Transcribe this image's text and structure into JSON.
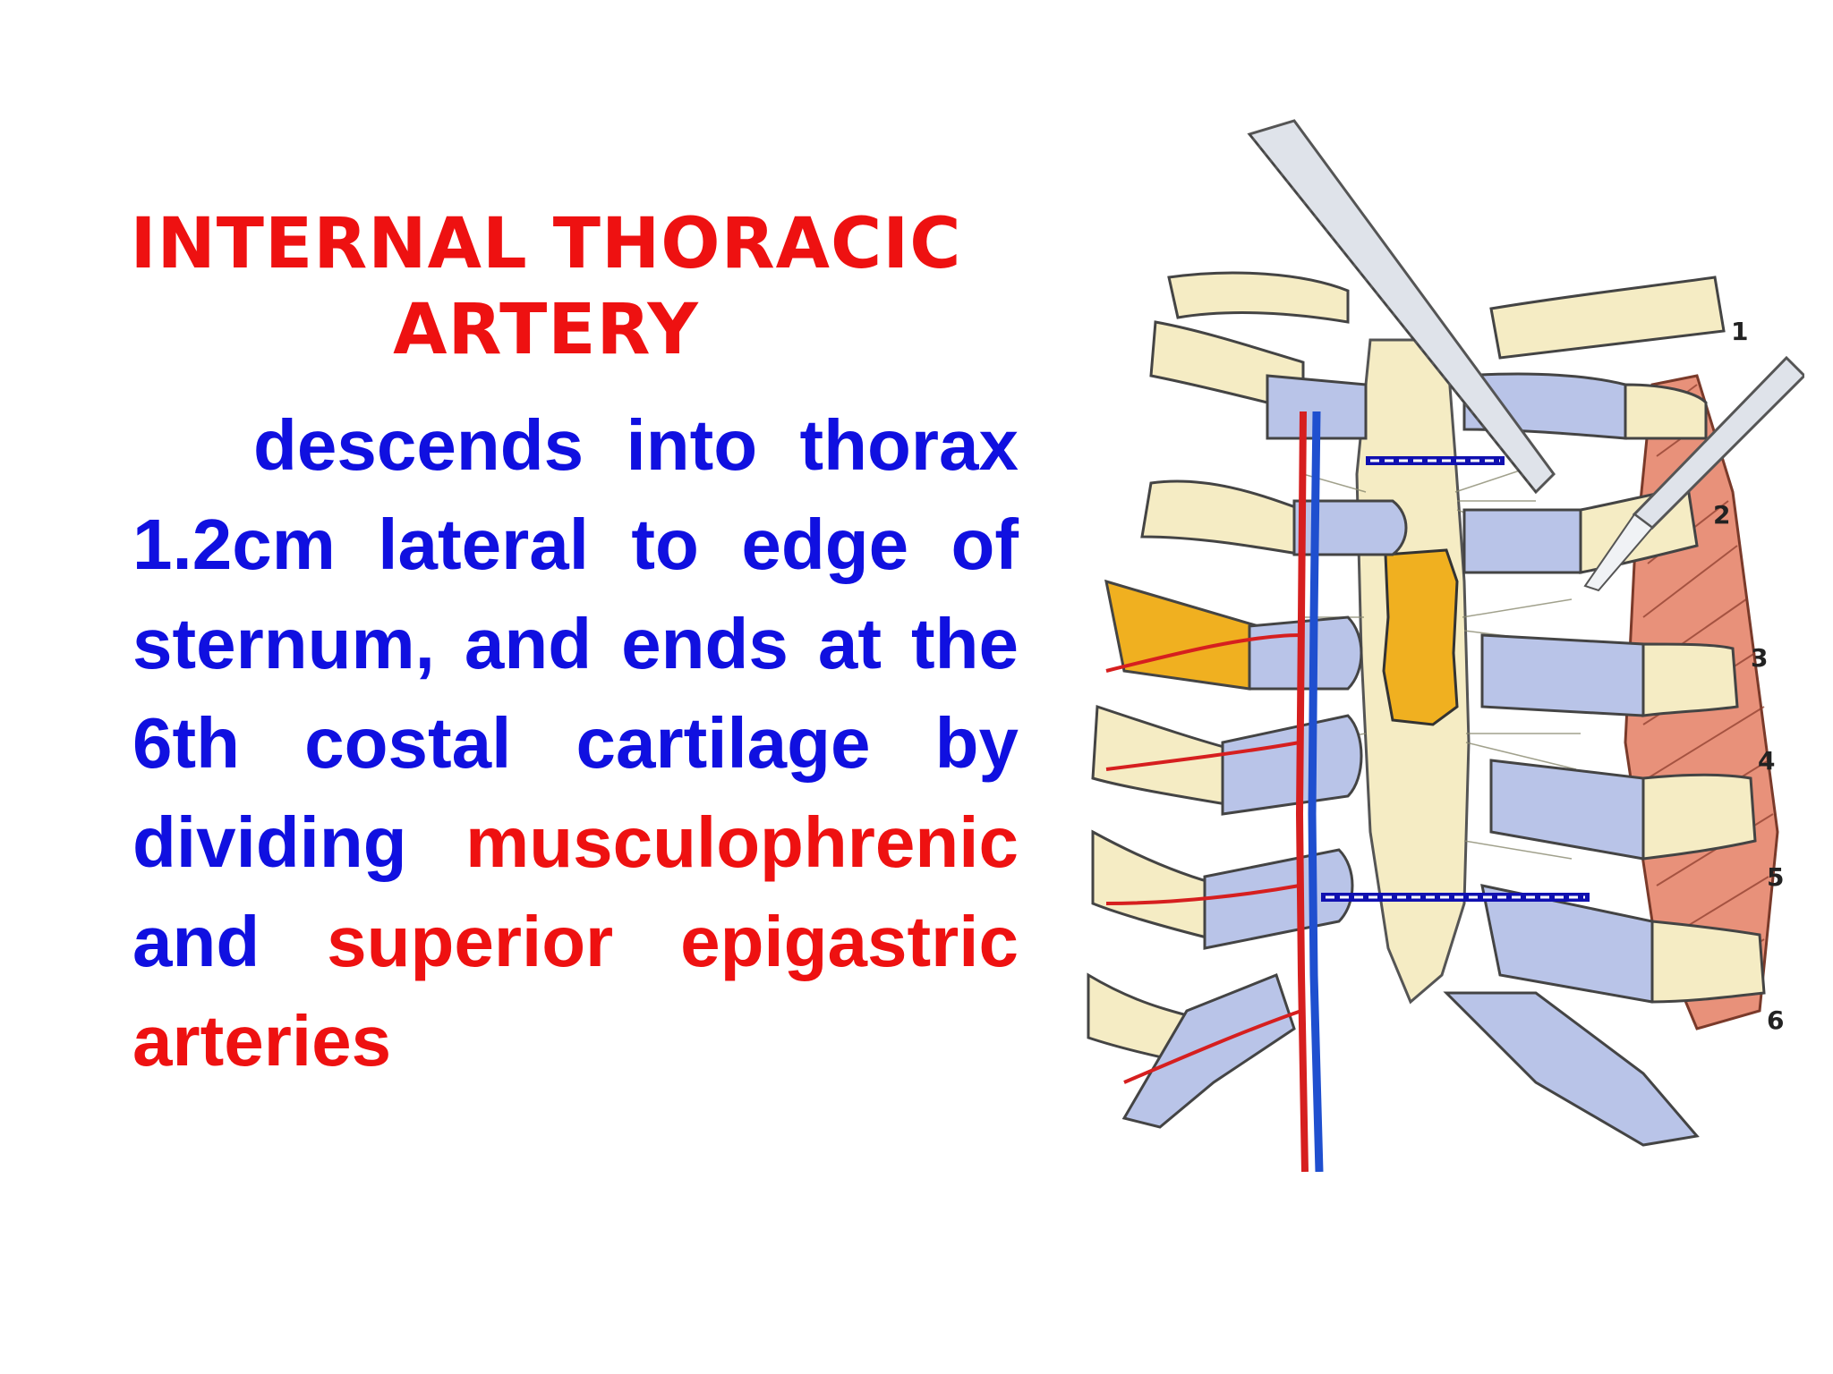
{
  "title": {
    "line1": "INTERNAL THORACIC",
    "line2": "ARTERY"
  },
  "body": {
    "part1": "descends into thorax 1.2cm lateral to edge of sternum, and ends at the 6th costal cartilage by dividing ",
    "term1": "musculophrenic",
    "part2": " and ",
    "term2": "superior epigastric arteries"
  },
  "diagram": {
    "rib_numbers": [
      "1",
      "2",
      "3",
      "4",
      "5",
      "6"
    ]
  },
  "colors": {
    "title": "#ee1111",
    "body": "#1010e0",
    "highlight": "#ee1111",
    "bone": "#f5ecc4",
    "cartilage": "#b9c4e8",
    "artery": "#d61f1f",
    "vein": "#1f4fcf",
    "muscle": "#e8917a",
    "marrow": "#f0b020"
  }
}
